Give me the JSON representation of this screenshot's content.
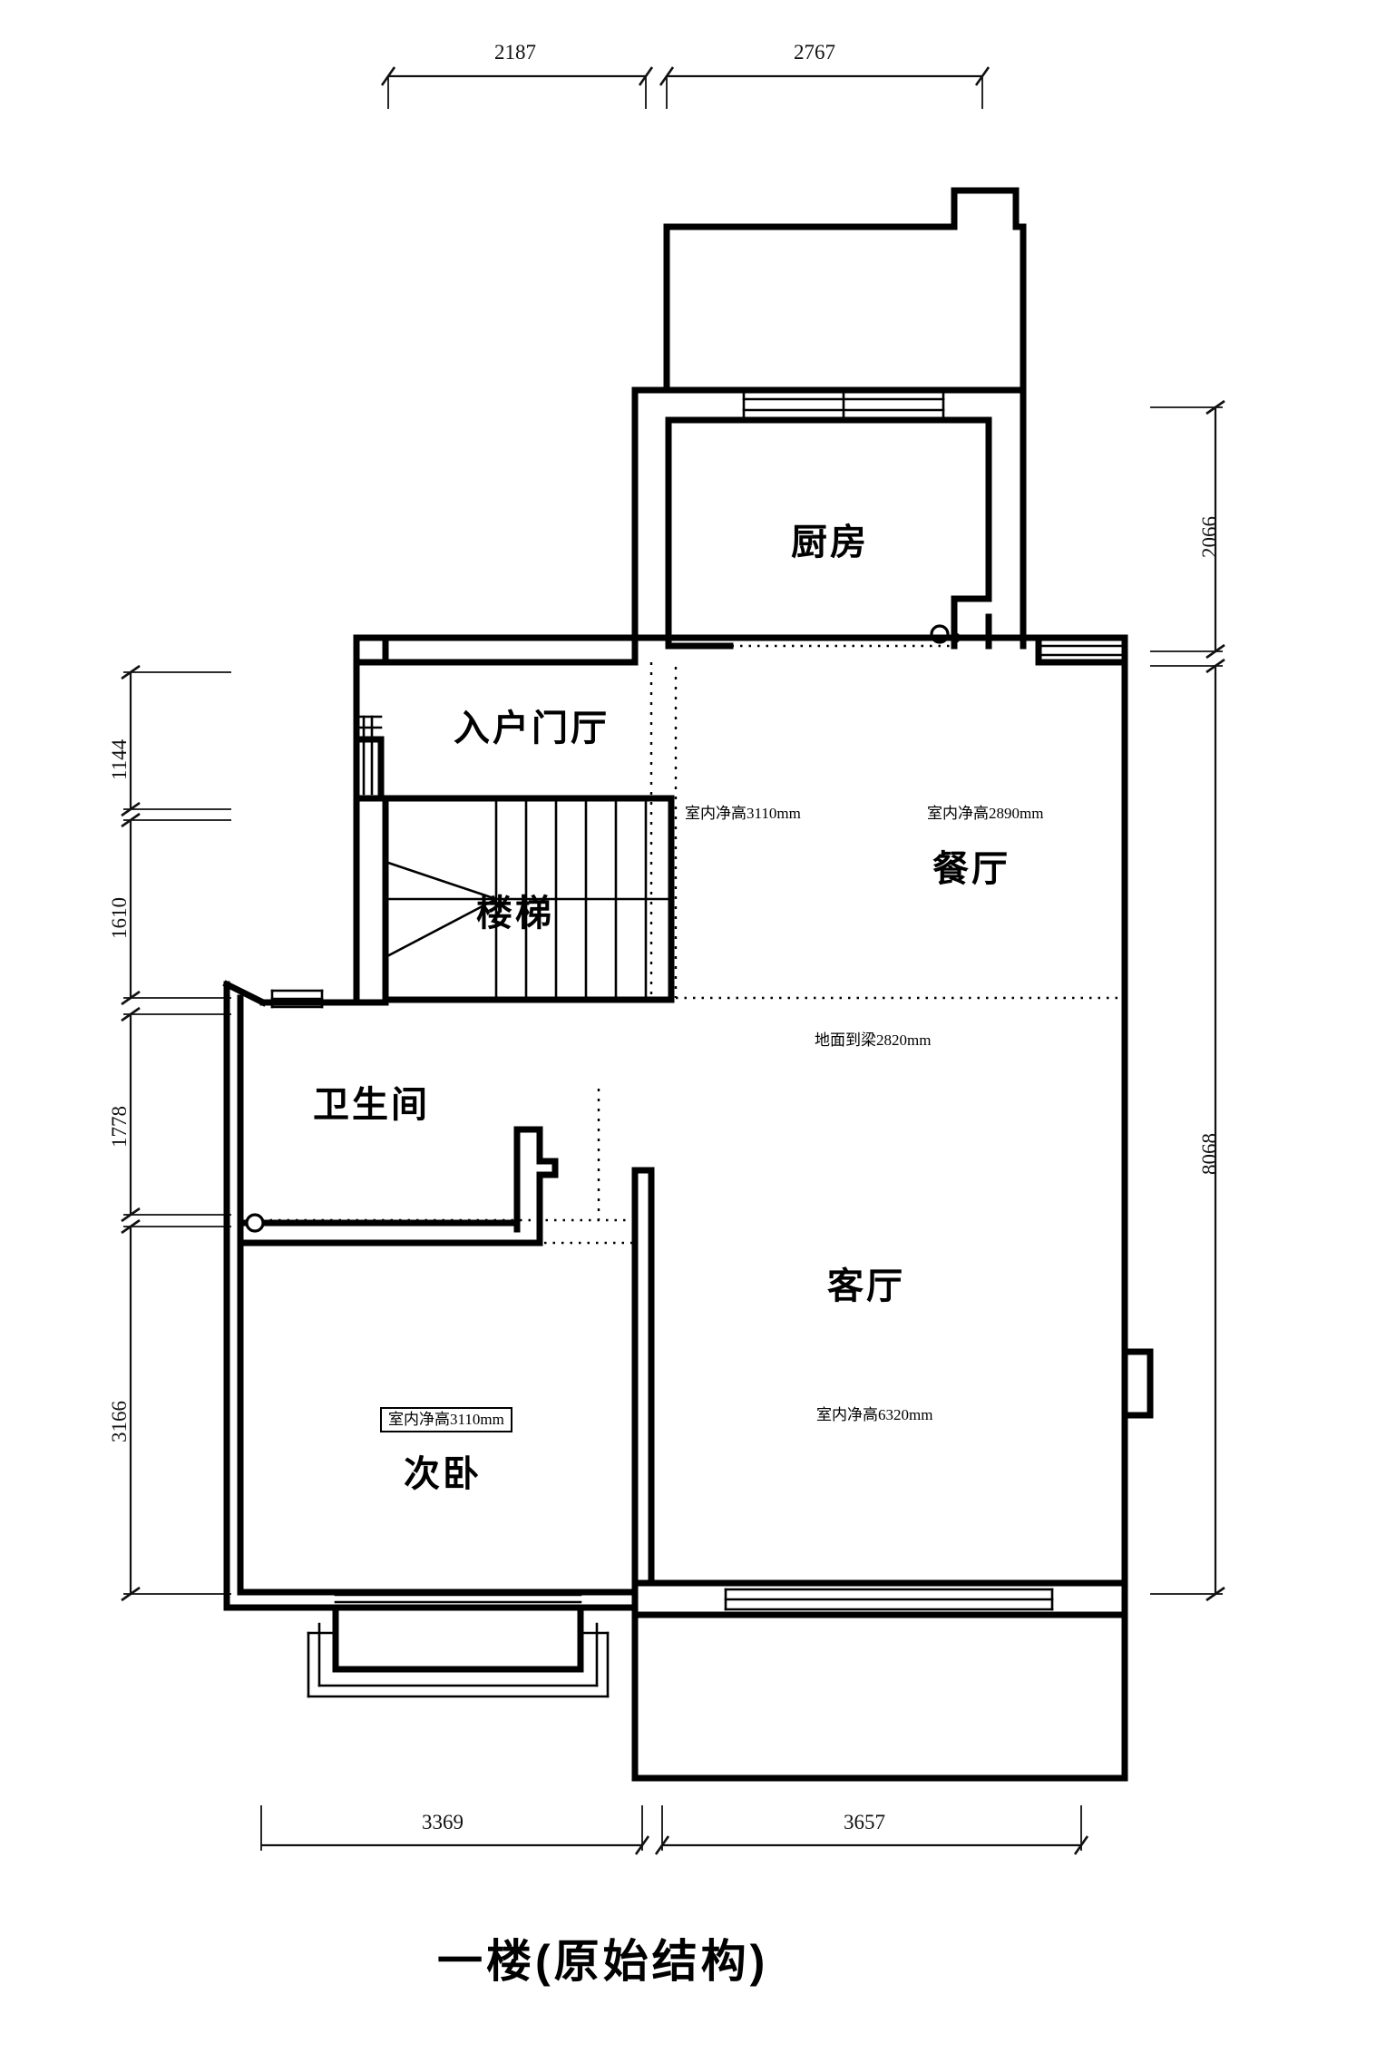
{
  "drawing": {
    "title": "一楼(原始结构)",
    "floor": "一楼",
    "variant": "原始结构",
    "units": "mm"
  },
  "rooms": [
    {
      "key": "kitchen",
      "label": "厨房",
      "note": ""
    },
    {
      "key": "entry",
      "label": "入户门厅",
      "note": "室内净高3110mm"
    },
    {
      "key": "stairs",
      "label": "楼梯",
      "note": ""
    },
    {
      "key": "dining",
      "label": "餐厅",
      "note": "室内净高2890mm"
    },
    {
      "key": "bathroom",
      "label": "卫生间",
      "note": ""
    },
    {
      "key": "bedroom",
      "label": "次卧",
      "note": "室内净高3110mm"
    },
    {
      "key": "living",
      "label": "客厅",
      "note": "室内净高6320mm"
    }
  ],
  "annotations": {
    "entry_height": "室内净高3110mm",
    "dining_height": "室内净高2890mm",
    "beam_height": "地面到梁2820mm",
    "bedroom_height": "室内净高3110mm",
    "living_height": "室内净高6320mm"
  },
  "dimensions": {
    "top": [
      {
        "value": "2187"
      },
      {
        "value": "2767"
      }
    ],
    "bottom": [
      {
        "value": "3369"
      },
      {
        "value": "3657"
      }
    ],
    "left": [
      {
        "value": "1144"
      },
      {
        "value": "1610"
      },
      {
        "value": "1778"
      },
      {
        "value": "3166"
      }
    ],
    "right": [
      {
        "value": "2066"
      },
      {
        "value": "8068"
      }
    ]
  },
  "colors": {
    "line": "#000000",
    "dim": "#111111",
    "background": "#ffffff"
  }
}
